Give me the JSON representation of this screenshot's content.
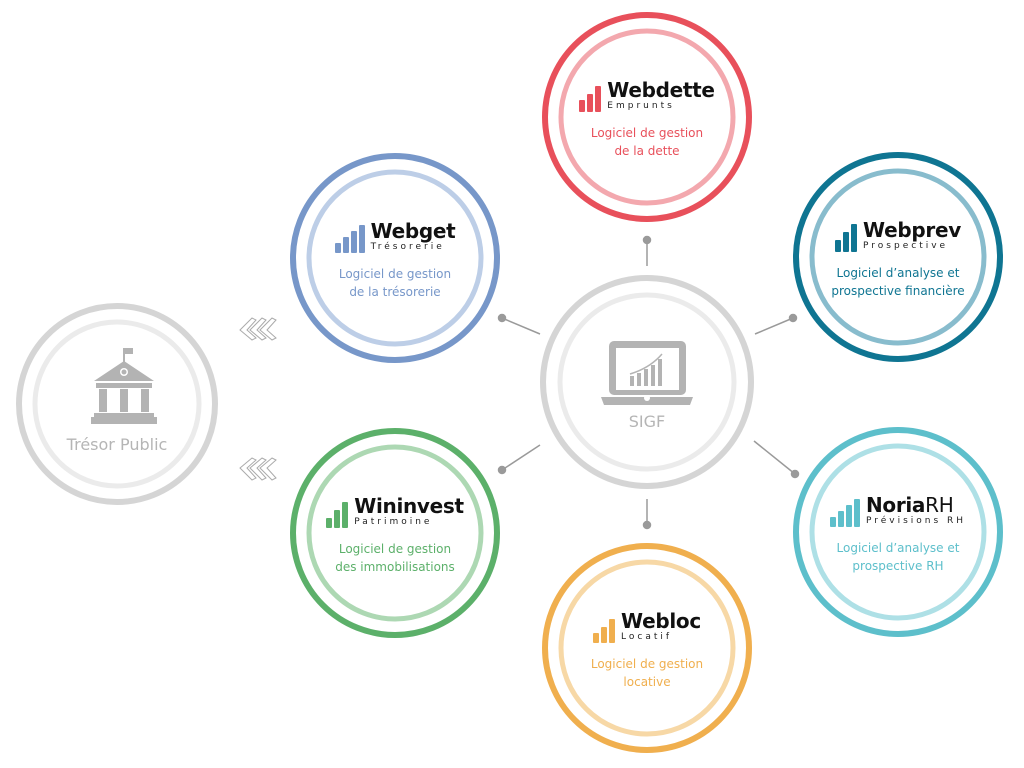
{
  "center": {
    "label": "SIGF",
    "icon": "laptop-chart-icon",
    "color": "#b5b5b5"
  },
  "treasury": {
    "label": "Trésor Public",
    "icon": "bank-building-icon",
    "color": "#b5b5b5"
  },
  "modules": [
    {
      "id": "webdette",
      "name": "Webdette",
      "name_light": "",
      "subtitle": "Emprunts",
      "desc1": "Logiciel de gestion",
      "desc2": "de la dette",
      "color": "#e8505b",
      "light": "#f3a8ae"
    },
    {
      "id": "webget",
      "name": "Webget",
      "name_light": "",
      "subtitle": "Trésorerie",
      "desc1": "Logiciel de gestion",
      "desc2": "de la trésorerie",
      "color": "#7797c9",
      "light": "#bdcee7"
    },
    {
      "id": "webprev",
      "name": "Webprev",
      "name_light": "",
      "subtitle": "Prospective",
      "desc1": "Logiciel d’analyse et",
      "desc2": "prospective financière",
      "color": "#0f7592",
      "light": "#88bccd"
    },
    {
      "id": "wininvest",
      "name": "Wininvest",
      "name_light": "",
      "subtitle": "Patrimoine",
      "desc1": "Logiciel de gestion",
      "desc2": "des immobilisations",
      "color": "#5cb06a",
      "light": "#add8b3"
    },
    {
      "id": "noriarh",
      "name": "Noria",
      "name_light": "RH",
      "subtitle": "Prévisions RH",
      "desc1": "Logiciel d’analyse et",
      "desc2": "prospective RH",
      "color": "#5dbfcb",
      "light": "#aee0e6"
    },
    {
      "id": "webloc",
      "name": "Webloc",
      "name_light": "",
      "subtitle": "Locatif",
      "desc1": "Logiciel de gestion",
      "desc2": "locative",
      "color": "#f0af4e",
      "light": "#f7d8a6"
    }
  ]
}
